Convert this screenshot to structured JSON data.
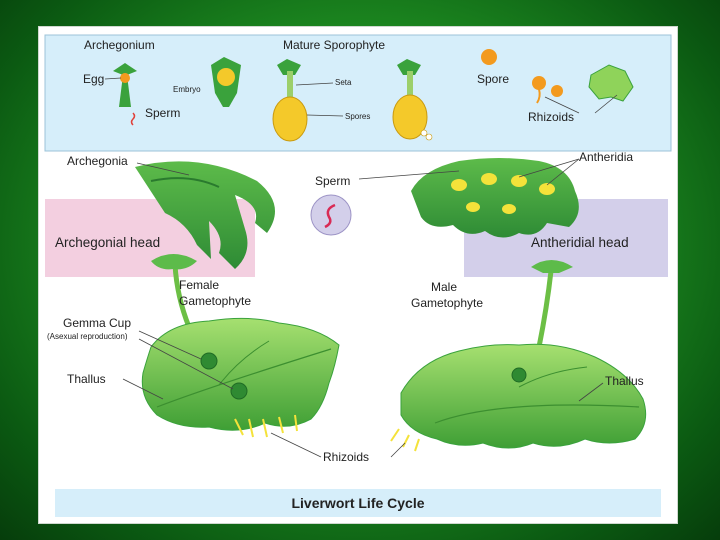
{
  "top_panel": {
    "archegonium": "Archegonium",
    "egg": "Egg",
    "embryo": "Embryo",
    "sperm": "Sperm",
    "mature_sporophyte": "Mature Sporophyte",
    "seta": "Seta",
    "spores": "Spores",
    "spore": "Spore",
    "rhizoids": "Rhizoids"
  },
  "labels": {
    "archegonia": "Archegonia",
    "sperm": "Sperm",
    "antheridia": "Antheridia",
    "archegonial_head": "Archegonial head",
    "antheridial_head": "Antheridial head",
    "female_line1": "Female",
    "female_line2": "Gametophyte",
    "male_line1": "Male",
    "male_line2": "Gametophyte",
    "gemma_cup": "Gemma Cup",
    "gemma_note": "(Asexual reproduction)",
    "thallus_left": "Thallus",
    "thallus_right": "Thallus",
    "rhizoids": "Rhizoids"
  },
  "caption": "Liverwort Life Cycle",
  "colors": {
    "panel_blue": "#d6eefa",
    "pink_box": "#f3cfe0",
    "lavender_box": "#d3cfea",
    "leaf_light": "#8fd35a",
    "leaf_dark": "#3aa23c",
    "spore_yellow": "#f4c92a",
    "spore_orange": "#f39a1e"
  }
}
